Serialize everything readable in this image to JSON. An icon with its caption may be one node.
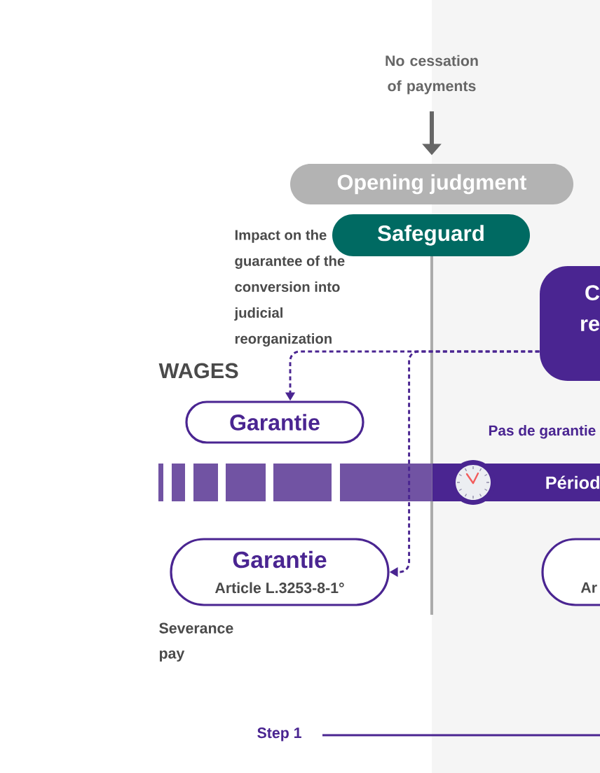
{
  "diagram": {
    "nodes": [
      {
        "text": [
          "No cessation of payments"
        ]
      },
      {
        "text": [
          "Opening judgment"
        ]
      },
      {
        "text": [
          "Safeguard"
        ]
      },
      {
        "text": [
          "C re"
        ]
      },
      {
        "text": [
          "Garantie"
        ]
      },
      {
        "text": [
          "Périod"
        ]
      },
      {
        "text": [
          "Garantie",
          "Article L.3253-8-1°"
        ]
      },
      {
        "text": [
          "Ar"
        ]
      }
    ],
    "edges": [
      {
        "from": 0,
        "to": 1,
        "arrow": "to",
        "style": "thick",
        "color": "#666666"
      },
      {
        "from": 3,
        "to": 4,
        "arrow": "to",
        "style": "dashed"
      },
      {
        "from": 3,
        "to": 6,
        "arrow": "to",
        "style": "dashed"
      }
    ],
    "labels": [
      "Impact on the guarantee of the conversion into judicial reorganization",
      "WAGES",
      "Pas de garantie",
      "Severance pay",
      "Step 1"
    ]
  }
}
